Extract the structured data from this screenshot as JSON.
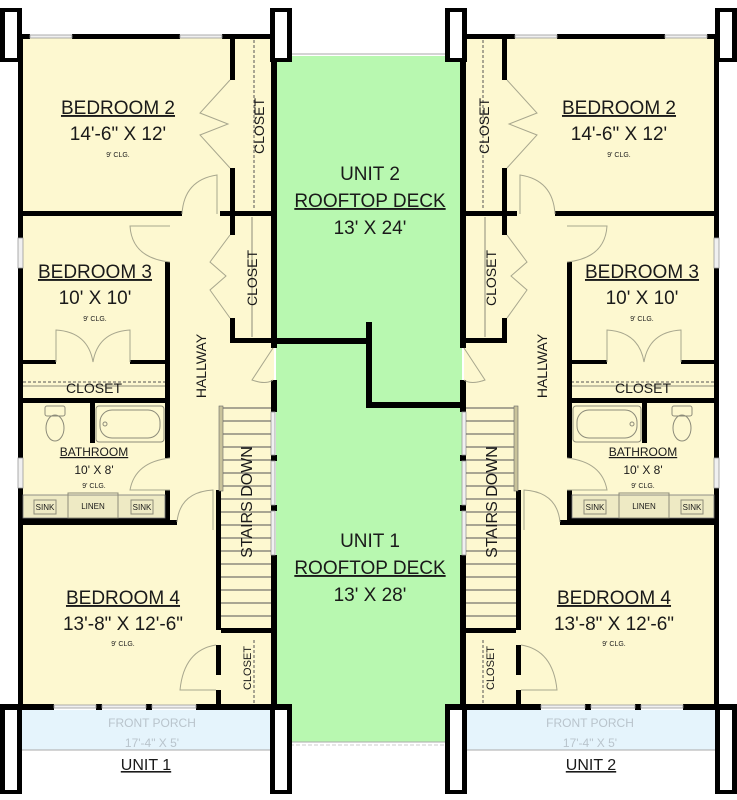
{
  "colors": {
    "room_fill": "#fdf8d0",
    "deck_fill": "#b8f8b0",
    "porch_fill": "#e5f4fc",
    "wall": "#000000",
    "label": "#1a1a1a",
    "porch_label": "#b9c4cc"
  },
  "unit1": {
    "label": "UNIT 1",
    "bedroom2": {
      "name": "BEDROOM 2",
      "dims": "14'-6\" X 12'",
      "ceiling": "9' CLG."
    },
    "bedroom3": {
      "name": "BEDROOM 3",
      "dims": "10' X 10'",
      "ceiling": "9' CLG."
    },
    "bedroom4": {
      "name": "BEDROOM 4",
      "dims": "13'-8\" X 12'-6\"",
      "ceiling": "9' CLG."
    },
    "bathroom": {
      "name": "BATHROOM",
      "dims": "10' X 8'",
      "ceiling": "9' CLG.",
      "sink_left": "SINK",
      "linen": "LINEN",
      "sink_right": "SINK"
    },
    "closet_b2": "CLOSET",
    "closet_hall": "CLOSET",
    "closet_b3": "CLOSET",
    "closet_b4": "CLOSET",
    "hallway": "HALLWAY",
    "stairs": "STAIRS DOWN",
    "porch": {
      "name": "FRONT PORCH",
      "dims": "17'-4\" X 5'"
    }
  },
  "unit2": {
    "label": "UNIT 2",
    "bedroom2": {
      "name": "BEDROOM 2",
      "dims": "14'-6\" X 12'",
      "ceiling": "9' CLG."
    },
    "bedroom3": {
      "name": "BEDROOM 3",
      "dims": "10' X 10'",
      "ceiling": "9' CLG."
    },
    "bedroom4": {
      "name": "BEDROOM 4",
      "dims": "13'-8\" X 12'-6\"",
      "ceiling": "9' CLG."
    },
    "bathroom": {
      "name": "BATHROOM",
      "dims": "10' X 8'",
      "ceiling": "9' CLG.",
      "sink_left": "SINK",
      "linen": "LINEN",
      "sink_right": "SINK"
    },
    "closet_b2": "CLOSET",
    "closet_hall": "CLOSET",
    "closet_b3": "CLOSET",
    "closet_b4": "CLOSET",
    "hallway": "HALLWAY",
    "stairs": "STAIRS DOWN",
    "porch": {
      "name": "FRONT PORCH",
      "dims": "17'-4\" X 5'"
    }
  },
  "decks": {
    "unit2_deck": {
      "unit": "UNIT 2",
      "name": "ROOFTOP DECK",
      "dims": "13' X 24'"
    },
    "unit1_deck": {
      "unit": "UNIT 1",
      "name": "ROOFTOP DECK",
      "dims": "13' X 28'"
    }
  }
}
